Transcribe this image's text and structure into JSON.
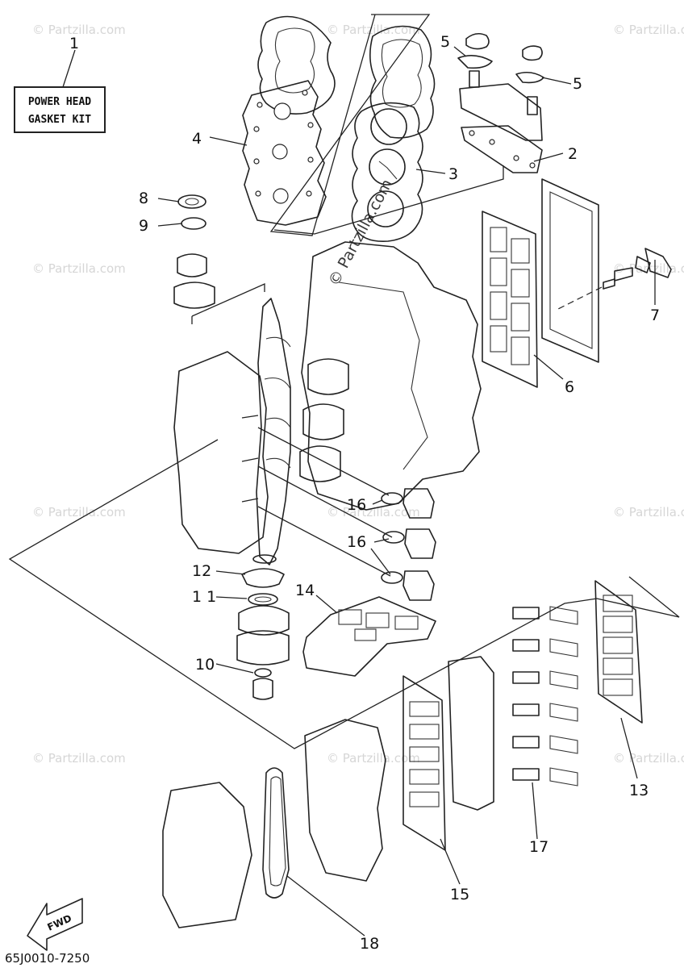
{
  "kit_label": [
    "POWER HEAD",
    "GASKET KIT"
  ],
  "callouts": [
    {
      "id": "c1",
      "text": "1"
    },
    {
      "id": "c2",
      "text": "2"
    },
    {
      "id": "c3",
      "text": "3"
    },
    {
      "id": "c4",
      "text": "4"
    },
    {
      "id": "c5a",
      "text": "5"
    },
    {
      "id": "c5b",
      "text": "5"
    },
    {
      "id": "c6",
      "text": "6"
    },
    {
      "id": "c7",
      "text": "7"
    },
    {
      "id": "c8",
      "text": "8"
    },
    {
      "id": "c9",
      "text": "9"
    },
    {
      "id": "c10",
      "text": "10"
    },
    {
      "id": "c11",
      "text": "1 1"
    },
    {
      "id": "c12",
      "text": "12"
    },
    {
      "id": "c13",
      "text": "13"
    },
    {
      "id": "c14",
      "text": "14"
    },
    {
      "id": "c15",
      "text": "15"
    },
    {
      "id": "c16a",
      "text": "16"
    },
    {
      "id": "c16b",
      "text": "16"
    },
    {
      "id": "c17",
      "text": "17"
    },
    {
      "id": "c18",
      "text": "18"
    }
  ],
  "diagram_code": "65J0010-7250",
  "fwd_label": "FWD",
  "watermark_text": "© Partzilla.com",
  "watermark_large_text": "© Partzilla.com"
}
